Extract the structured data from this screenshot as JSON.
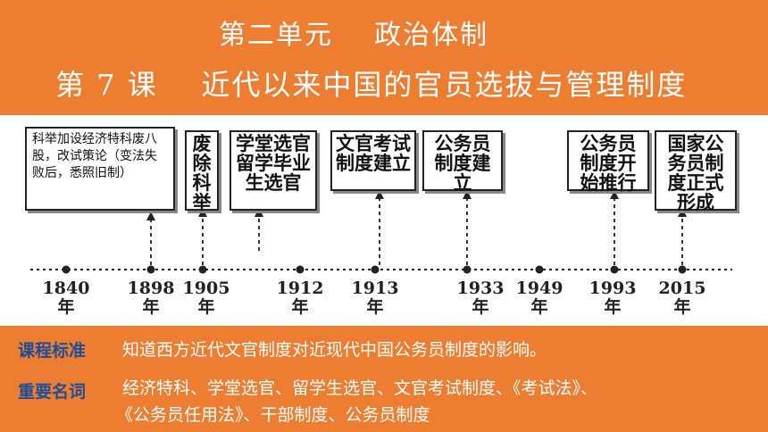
{
  "header": {
    "unit_title": "第二单元    政治体制",
    "lesson_title": "第 7 课    近代以来中国的官员选拔与管理制度"
  },
  "timeline": {
    "note": "科举加设经济特科废八股，改试策论（变法失败后，悉照旧制）",
    "events": [
      {
        "year": "1898",
        "unit": "年",
        "text": "科举加设经济特科废八股，改试策论（变法失败后，悉照旧制）"
      },
      {
        "year": "1905",
        "unit": "年",
        "text": "废除科举"
      },
      {
        "year": "1912",
        "unit": "年",
        "text": "学堂选官留学毕业生选官"
      },
      {
        "year": "1913",
        "unit": "年",
        "text": "文官考试制度建立"
      },
      {
        "year": "1933",
        "unit": "年",
        "text": "公务员制度建立"
      },
      {
        "year": "1993",
        "unit": "年",
        "text": "公务员制度开始推行"
      },
      {
        "year": "2015",
        "unit": "年",
        "text": "国家公务员制度正式形成"
      }
    ],
    "year_labels": [
      {
        "year": "1840",
        "unit": "年"
      },
      {
        "year": "1898",
        "unit": "年"
      },
      {
        "year": "1905",
        "unit": "年"
      },
      {
        "year": "1912",
        "unit": "年"
      },
      {
        "year": "1913",
        "unit": "年"
      },
      {
        "year": "1933",
        "unit": "年"
      },
      {
        "year": "1949",
        "unit": "年"
      },
      {
        "year": "1993",
        "unit": "年"
      },
      {
        "year": "2015",
        "unit": "年"
      }
    ]
  },
  "footer": {
    "standard_label": "课程标准",
    "standard_text": "知道西方近代文官制度对近现代中国公务员制度的影响。",
    "terms_label": "重要名词",
    "terms_line1": "经济特科、学堂选官、留学生选官、文官考试制度、《考试法》、",
    "terms_line2": "《公务员任用法》、干部制度、公务员制度"
  },
  "colors": {
    "banner": "#ED7D31",
    "label_blue": "#1F4E9A",
    "text_white": "#FFFFFF"
  }
}
